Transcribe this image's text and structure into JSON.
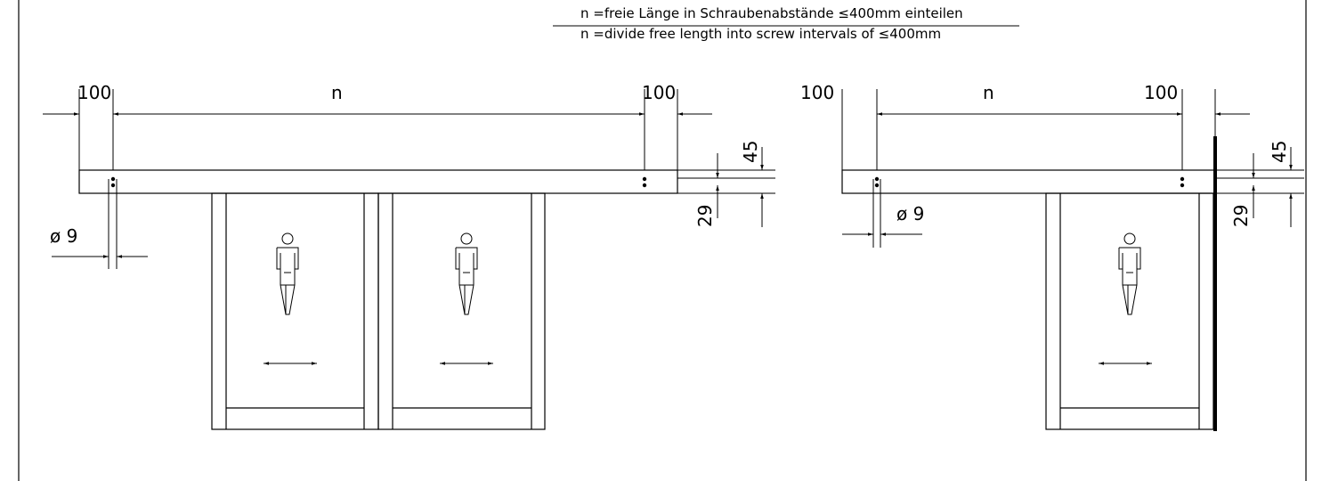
{
  "note": {
    "line_de": "n =freie Länge in Schraubenabstände ≤400mm einteilen",
    "line_en": "n =divide free length into screw intervals of ≤400mm"
  },
  "left_drawing": {
    "dim_left": "100",
    "dim_middle": "n",
    "dim_right": "100",
    "dim_height_top": "45",
    "dim_height_bottom": "29",
    "dim_hole": "ø 9"
  },
  "right_drawing": {
    "dim_left": "100",
    "dim_middle": "n",
    "dim_right": "100",
    "dim_height_top": "45",
    "dim_height_bottom": "29",
    "dim_hole": "ø 9"
  }
}
